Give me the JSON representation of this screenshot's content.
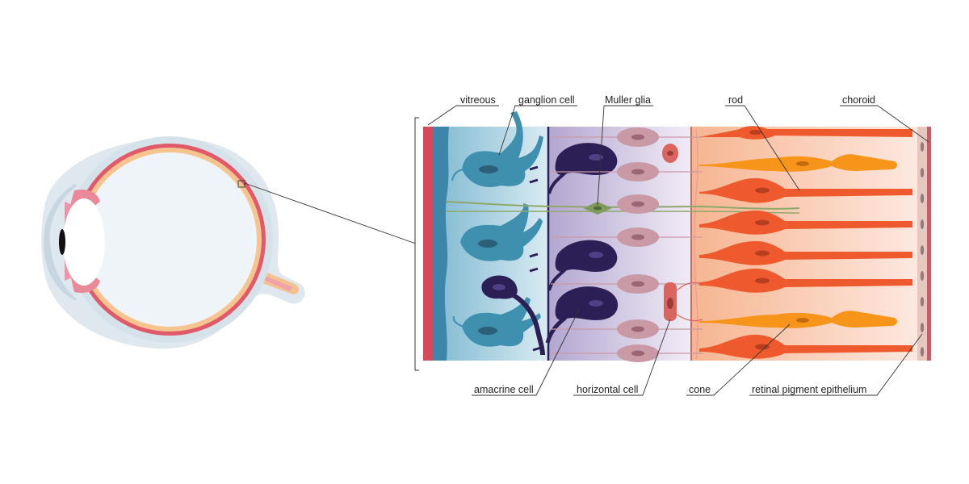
{
  "labels": {
    "vitreous": "vitreous",
    "ganglion_cell": "ganglion cell",
    "muller_glia": "Muller glia",
    "rod": "rod",
    "choroid": "choroid",
    "amacrine_cell": "amacrine cell",
    "horizontal_cell": "horizontal cell",
    "cone": "cone",
    "retinal_pigment_epithelium": "retinal pigment epithelium"
  },
  "colors": {
    "vitreous_edge": "#d9475a",
    "ganglion": "#3f8fae",
    "amacrine": "#2c1f56",
    "bipolar": "#c99aa5",
    "muller": "#8ea869",
    "horizontal": "#d9665e",
    "rod": "#ee5a2e",
    "cone": "#f7951b",
    "rpe": "#e6c8c0",
    "choroid": "#c95b69"
  }
}
